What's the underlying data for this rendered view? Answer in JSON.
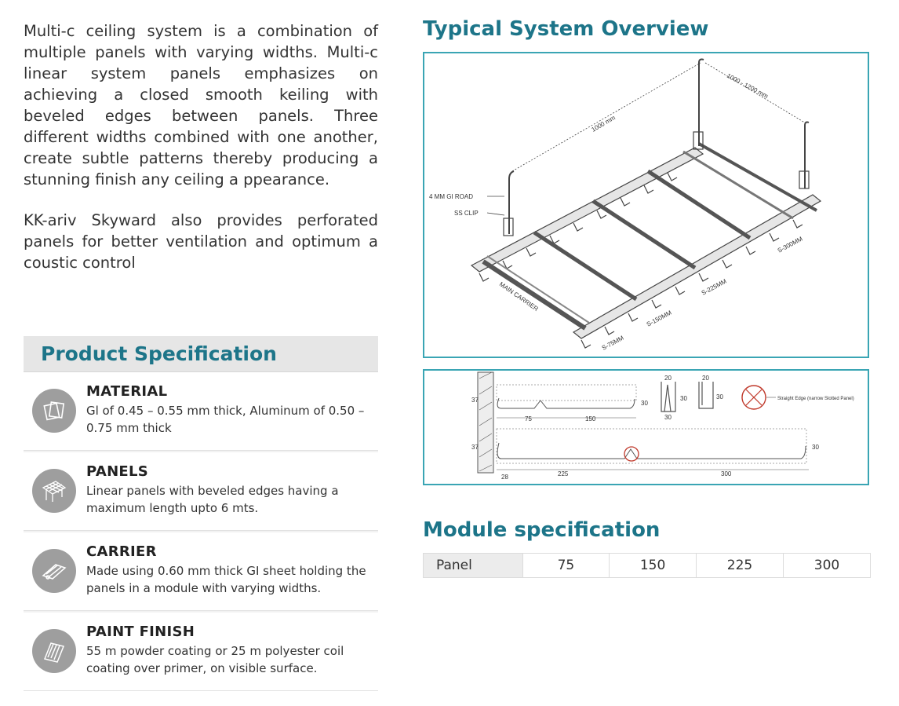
{
  "intro": {
    "paragraph1": "Multi-c ceiling system is a combination of multiple panels with varying widths. Multi-c linear system panels emphasizes on achieving a closed smooth keiling with beveled edges between panels. Three different widths combined with one another, create subtle patterns thereby producing a stunning finish any ceiling a ppearance.",
    "paragraph2": "KK-ariv Skyward also provides perforated panels for better ventilation and optimum a coustic control"
  },
  "product_spec": {
    "title": "Product Specification",
    "items": [
      {
        "icon": "material-sheets-icon",
        "title": "MATERIAL",
        "description": "Gl of 0.45 – 0.55 mm thick, Aluminum of 0.50 – 0.75 mm thick"
      },
      {
        "icon": "panels-grid-icon",
        "title": "PANELS",
        "description": "Linear panels with beveled edges having a maximum length upto 6 mts."
      },
      {
        "icon": "carrier-rail-icon",
        "title": "CARRIER",
        "description": "Made using 0.60 mm thick GI sheet holding the panels in a module with varying widths."
      },
      {
        "icon": "paint-roof-icon",
        "title": "PAINT FINISH",
        "description": "55 m powder coating or 25 m polyester coil coating over primer, on visible surface."
      }
    ]
  },
  "system_overview": {
    "title": "Typical System Overview",
    "labels": {
      "span1": "1000 - 1200 mm",
      "span2": "1000 mm",
      "rod": "4 MM GI ROAD",
      "clip": "SS CLIP",
      "main_carrier": "MAIN CARRIER",
      "s75": "S-75MM",
      "s150": "S-150MM",
      "s225": "S-225MM",
      "s300": "S-300MM"
    }
  },
  "section_drawing": {
    "dims_top": [
      "37",
      "75",
      "150",
      "30",
      "20",
      "20",
      "30",
      "30",
      "30"
    ],
    "dims_bottom": [
      "37",
      "225",
      "300",
      "30",
      "28"
    ],
    "note": "Straight Edge (narrow Slotted Panel)"
  },
  "module_spec": {
    "title": "Module specification",
    "label": "Panel",
    "values": [
      "75",
      "150",
      "225",
      "300"
    ]
  }
}
